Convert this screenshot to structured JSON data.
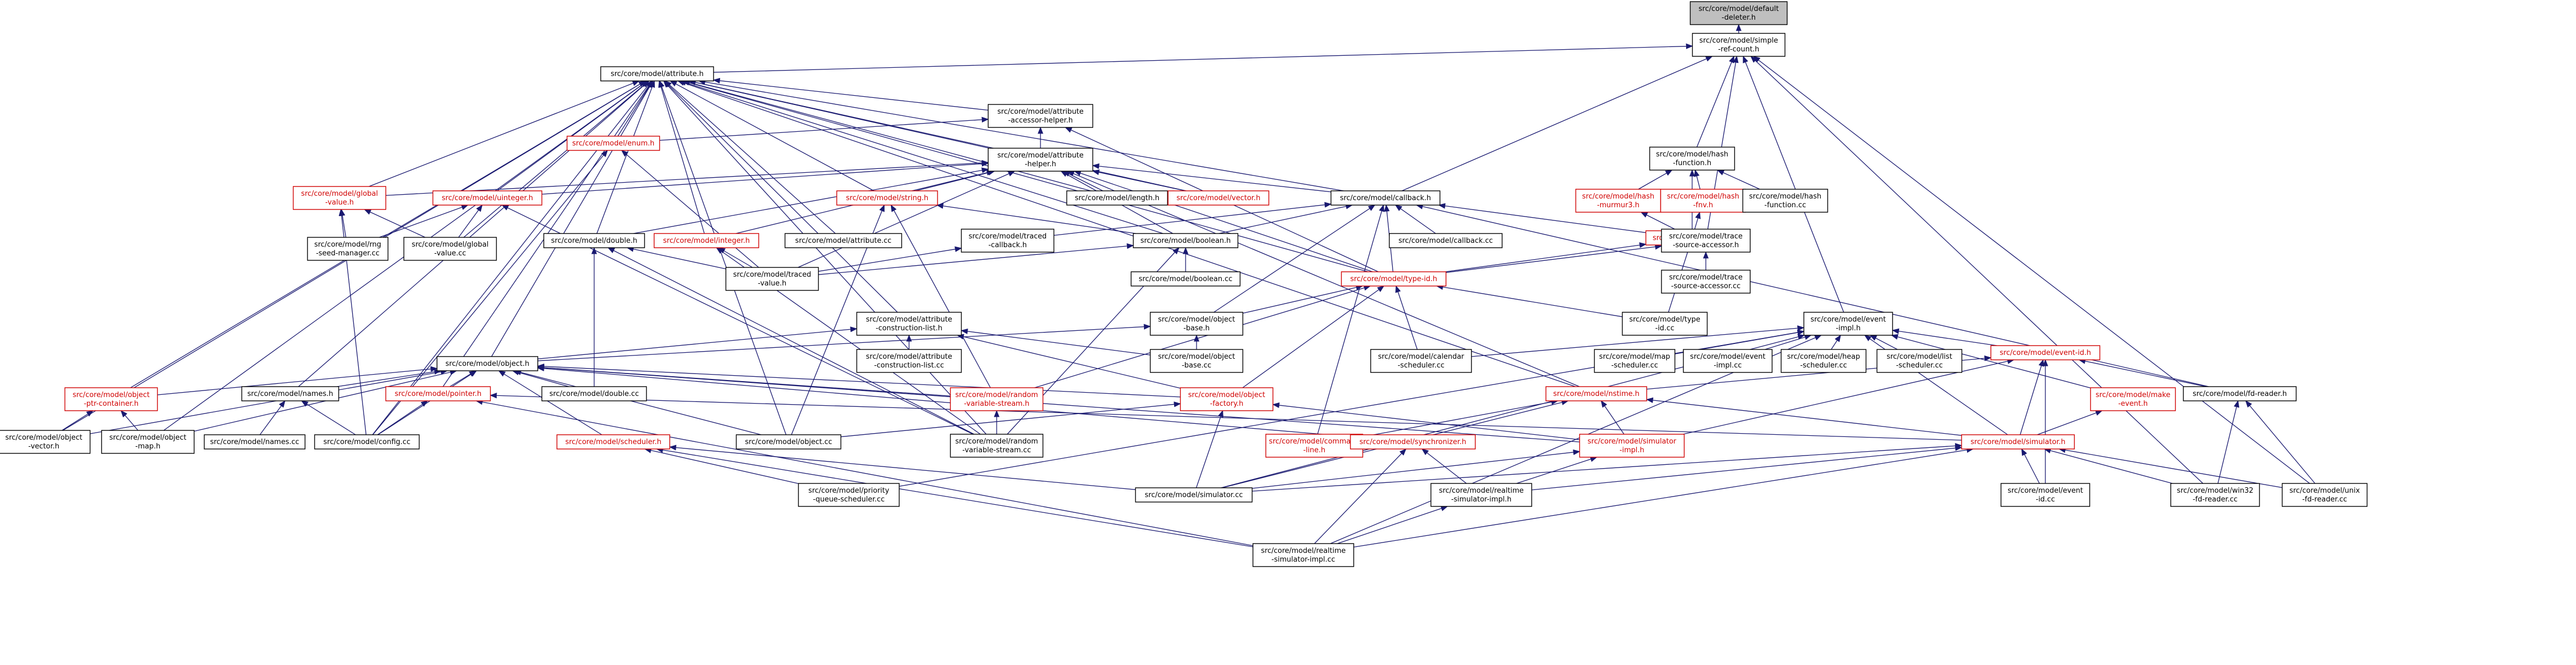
{
  "nodes": [
    {
      "id": "default_deleter",
      "lines": [
        "src/core/model/default",
        "-deleter.h"
      ],
      "root": true
    },
    {
      "id": "simple_ref_count",
      "lines": [
        "src/core/model/simple",
        "-ref-count.h"
      ]
    },
    {
      "id": "attribute_h",
      "lines": [
        "src/core/model/attribute.h"
      ]
    },
    {
      "id": "attr_accessor_helper",
      "lines": [
        "src/core/model/attribute",
        "-accessor-helper.h"
      ]
    },
    {
      "id": "enum_h",
      "lines": [
        "src/core/model/enum.h"
      ],
      "red": true
    },
    {
      "id": "attr_helper",
      "lines": [
        "src/core/model/attribute",
        "-helper.h"
      ]
    },
    {
      "id": "hash_function_h",
      "lines": [
        "src/core/model/hash",
        "-function.h"
      ]
    },
    {
      "id": "hash_murmur3",
      "lines": [
        "src/core/model/hash",
        "-murmur3.h"
      ],
      "red": true
    },
    {
      "id": "hash_fnv",
      "lines": [
        "src/core/model/hash",
        "-fnv.h"
      ],
      "red": true
    },
    {
      "id": "hash_function_cc",
      "lines": [
        "src/core/model/hash",
        "-function.cc"
      ]
    },
    {
      "id": "global_value_h",
      "lines": [
        "src/core/model/global",
        "-value.h"
      ],
      "red": true
    },
    {
      "id": "uinteger_h",
      "lines": [
        "src/core/model/uinteger.h"
      ],
      "red": true
    },
    {
      "id": "string_h",
      "lines": [
        "src/core/model/string.h"
      ],
      "red": true
    },
    {
      "id": "length_h",
      "lines": [
        "src/core/model/length.h"
      ]
    },
    {
      "id": "vector_h",
      "lines": [
        "src/core/model/vector.h"
      ],
      "red": true
    },
    {
      "id": "callback_h",
      "lines": [
        "src/core/model/callback.h"
      ]
    },
    {
      "id": "hash_h",
      "lines": [
        "src/core/model/hash.h"
      ],
      "red": true
    },
    {
      "id": "rng_seed_manager",
      "lines": [
        "src/core/model/rng",
        "-seed-manager.cc"
      ]
    },
    {
      "id": "global_value_cc",
      "lines": [
        "src/core/model/global",
        "-value.cc"
      ]
    },
    {
      "id": "double_h",
      "lines": [
        "src/core/model/double.h"
      ]
    },
    {
      "id": "integer_h",
      "lines": [
        "src/core/model/integer.h"
      ],
      "red": true
    },
    {
      "id": "attribute_cc",
      "lines": [
        "src/core/model/attribute.cc"
      ]
    },
    {
      "id": "traced_callback",
      "lines": [
        "src/core/model/traced",
        "-callback.h"
      ]
    },
    {
      "id": "boolean_h",
      "lines": [
        "src/core/model/boolean.h"
      ]
    },
    {
      "id": "callback_cc",
      "lines": [
        "src/core/model/callback.cc"
      ]
    },
    {
      "id": "trace_source_accessor_h",
      "lines": [
        "src/core/model/trace",
        "-source-accessor.h"
      ]
    },
    {
      "id": "traced_value",
      "lines": [
        "src/core/model/traced",
        "-value.h"
      ]
    },
    {
      "id": "boolean_cc",
      "lines": [
        "src/core/model/boolean.cc"
      ]
    },
    {
      "id": "type_id_h",
      "lines": [
        "src/core/model/type-id.h"
      ],
      "red": true
    },
    {
      "id": "trace_source_accessor_cc",
      "lines": [
        "src/core/model/trace",
        "-source-accessor.cc"
      ]
    },
    {
      "id": "attr_construction_list_h",
      "lines": [
        "src/core/model/attribute",
        "-construction-list.h"
      ]
    },
    {
      "id": "object_base_h",
      "lines": [
        "src/core/model/object",
        "-base.h"
      ]
    },
    {
      "id": "type_id_cc",
      "lines": [
        "src/core/model/type",
        "-id.cc"
      ]
    },
    {
      "id": "event_impl_h",
      "lines": [
        "src/core/model/event",
        "-impl.h"
      ]
    },
    {
      "id": "attr_construction_list_cc",
      "lines": [
        "src/core/model/attribute",
        "-construction-list.cc"
      ]
    },
    {
      "id": "object_base_cc",
      "lines": [
        "src/core/model/object",
        "-base.cc"
      ]
    },
    {
      "id": "calendar_scheduler",
      "lines": [
        "src/core/model/calendar",
        "-scheduler.cc"
      ]
    },
    {
      "id": "map_scheduler",
      "lines": [
        "src/core/model/map",
        "-scheduler.cc"
      ]
    },
    {
      "id": "event_impl_cc",
      "lines": [
        "src/core/model/event",
        "-impl.cc"
      ]
    },
    {
      "id": "heap_scheduler",
      "lines": [
        "src/core/model/heap",
        "-scheduler.cc"
      ]
    },
    {
      "id": "list_scheduler",
      "lines": [
        "src/core/model/list",
        "-scheduler.cc"
      ]
    },
    {
      "id": "event_id_h",
      "lines": [
        "src/core/model/event-id.h"
      ],
      "red": true
    },
    {
      "id": "object_h",
      "lines": [
        "src/core/model/object.h"
      ]
    },
    {
      "id": "object_ptr_container_h",
      "lines": [
        "src/core/model/object",
        "-ptr-container.h"
      ],
      "red": true
    },
    {
      "id": "names_h",
      "lines": [
        "src/core/model/names.h"
      ]
    },
    {
      "id": "pointer_h",
      "lines": [
        "src/core/model/pointer.h"
      ],
      "red": true
    },
    {
      "id": "double_cc",
      "lines": [
        "src/core/model/double.cc"
      ]
    },
    {
      "id": "random_variable_stream_h",
      "lines": [
        "src/core/model/random",
        "-variable-stream.h"
      ],
      "red": true
    },
    {
      "id": "object_factory_h",
      "lines": [
        "src/core/model/object",
        "-factory.h"
      ],
      "red": true
    },
    {
      "id": "nstime_h",
      "lines": [
        "src/core/model/nstime.h"
      ],
      "red": true
    },
    {
      "id": "make_event_h",
      "lines": [
        "src/core/model/make",
        "-event.h"
      ],
      "red": true
    },
    {
      "id": "fd_reader_h",
      "lines": [
        "src/core/model/fd-reader.h"
      ]
    },
    {
      "id": "object_vector",
      "lines": [
        "src/core/model/object",
        "-vector.h"
      ]
    },
    {
      "id": "object_map",
      "lines": [
        "src/core/model/object",
        "-map.h"
      ]
    },
    {
      "id": "names_cc",
      "lines": [
        "src/core/model/names.cc"
      ]
    },
    {
      "id": "config_cc",
      "lines": [
        "src/core/model/config.cc"
      ]
    },
    {
      "id": "scheduler_h",
      "lines": [
        "src/core/model/scheduler.h"
      ],
      "red": true
    },
    {
      "id": "object_cc",
      "lines": [
        "src/core/model/object.cc"
      ]
    },
    {
      "id": "random_variable_stream_cc",
      "lines": [
        "src/core/model/random",
        "-variable-stream.cc"
      ]
    },
    {
      "id": "command_line_h",
      "lines": [
        "src/core/model/command",
        "-line.h"
      ],
      "red": true
    },
    {
      "id": "synchronizer_h",
      "lines": [
        "src/core/model/synchronizer.h"
      ],
      "red": true
    },
    {
      "id": "simulator_impl_h",
      "lines": [
        "src/core/model/simulator",
        "-impl.h"
      ],
      "red": true
    },
    {
      "id": "simulator_h",
      "lines": [
        "src/core/model/simulator.h"
      ],
      "red": true
    },
    {
      "id": "priority_queue_scheduler",
      "lines": [
        "src/core/model/priority",
        "-queue-scheduler.cc"
      ]
    },
    {
      "id": "simulator_cc",
      "lines": [
        "src/core/model/simulator.cc"
      ]
    },
    {
      "id": "realtime_simulator_impl_h",
      "lines": [
        "src/core/model/realtime",
        "-simulator-impl.h"
      ]
    },
    {
      "id": "event_id_cc",
      "lines": [
        "src/core/model/event",
        "-id.cc"
      ]
    },
    {
      "id": "win32_fd_reader",
      "lines": [
        "src/core/model/win32",
        "-fd-reader.cc"
      ]
    },
    {
      "id": "unix_fd_reader",
      "lines": [
        "src/core/model/unix",
        "-fd-reader.cc"
      ]
    },
    {
      "id": "realtime_simulator_impl_cc",
      "lines": [
        "src/core/model/realtime",
        "-simulator-impl.cc"
      ]
    }
  ],
  "edges": [
    [
      "simple_ref_count",
      "default_deleter"
    ],
    [
      "attribute_h",
      "simple_ref_count"
    ],
    [
      "callback_h",
      "simple_ref_count"
    ],
    [
      "hash_function_h",
      "simple_ref_count"
    ],
    [
      "trace_source_accessor_h",
      "simple_ref_count"
    ],
    [
      "event_impl_h",
      "simple_ref_count"
    ],
    [
      "win32_fd_reader",
      "simple_ref_count"
    ],
    [
      "unix_fd_reader",
      "simple_ref_count"
    ],
    [
      "attr_accessor_helper",
      "attribute_h"
    ],
    [
      "enum_h",
      "attribute_h"
    ],
    [
      "attr_helper",
      "attribute_h"
    ],
    [
      "global_value_h",
      "attribute_h"
    ],
    [
      "uinteger_h",
      "attribute_h"
    ],
    [
      "length_h",
      "attribute_h"
    ],
    [
      "vector_h",
      "attribute_h"
    ],
    [
      "callback_h",
      "attribute_h"
    ],
    [
      "double_h",
      "attribute_h"
    ],
    [
      "integer_h",
      "attribute_h"
    ],
    [
      "attribute_cc",
      "attribute_h"
    ],
    [
      "boolean_h",
      "attribute_h"
    ],
    [
      "type_id_h",
      "attribute_h"
    ],
    [
      "attr_construction_list_h",
      "attribute_h"
    ],
    [
      "object_h",
      "attribute_h"
    ],
    [
      "object_ptr_container_h",
      "attribute_h"
    ],
    [
      "names_h",
      "attribute_h"
    ],
    [
      "pointer_h",
      "attribute_h"
    ],
    [
      "object_vector",
      "attribute_h"
    ],
    [
      "object_map",
      "attribute_h"
    ],
    [
      "config_cc",
      "attribute_h"
    ],
    [
      "object_cc",
      "attribute_h"
    ],
    [
      "random_variable_stream_cc",
      "attribute_h"
    ],
    [
      "nstime_h",
      "attribute_h"
    ],
    [
      "global_value_cc",
      "attribute_h"
    ],
    [
      "string_h",
      "attribute_h"
    ],
    [
      "attr_helper",
      "attr_accessor_helper"
    ],
    [
      "enum_h",
      "attr_accessor_helper"
    ],
    [
      "type_id_h",
      "attr_accessor_helper"
    ],
    [
      "global_value_h",
      "attr_helper"
    ],
    [
      "uinteger_h",
      "attr_helper"
    ],
    [
      "string_h",
      "attr_helper"
    ],
    [
      "length_h",
      "attr_helper"
    ],
    [
      "vector_h",
      "attr_helper"
    ],
    [
      "callback_h",
      "attr_helper"
    ],
    [
      "double_h",
      "attr_helper"
    ],
    [
      "integer_h",
      "attr_helper"
    ],
    [
      "boolean_h",
      "attr_helper"
    ],
    [
      "type_id_h",
      "attr_helper"
    ],
    [
      "nstime_h",
      "attr_helper"
    ],
    [
      "traced_value",
      "attr_helper"
    ],
    [
      "traced_value",
      "enum_h"
    ],
    [
      "config_cc",
      "enum_h"
    ],
    [
      "hash_murmur3",
      "hash_function_h"
    ],
    [
      "hash_fnv",
      "hash_function_h"
    ],
    [
      "hash_function_cc",
      "hash_function_h"
    ],
    [
      "hash_h",
      "hash_function_h"
    ],
    [
      "hash_h",
      "hash_murmur3"
    ],
    [
      "hash_h",
      "hash_fnv"
    ],
    [
      "type_id_h",
      "hash_h"
    ],
    [
      "type_id_cc",
      "hash_h"
    ],
    [
      "rng_seed_manager",
      "global_value_h"
    ],
    [
      "global_value_cc",
      "global_value_h"
    ],
    [
      "config_cc",
      "global_value_h"
    ],
    [
      "rng_seed_manager",
      "uinteger_h"
    ],
    [
      "global_value_cc",
      "uinteger_h"
    ],
    [
      "random_variable_stream_cc",
      "uinteger_h"
    ],
    [
      "boolean_h",
      "string_h"
    ],
    [
      "random_variable_stream_h",
      "string_h"
    ],
    [
      "object_cc",
      "string_h"
    ],
    [
      "callback_cc",
      "callback_h"
    ],
    [
      "traced_callback",
      "callback_h"
    ],
    [
      "boolean_h",
      "callback_h"
    ],
    [
      "trace_source_accessor_h",
      "callback_h"
    ],
    [
      "type_id_h",
      "callback_h"
    ],
    [
      "object_base_h",
      "callback_h"
    ],
    [
      "fd_reader_h",
      "callback_h"
    ],
    [
      "command_line_h",
      "callback_h"
    ],
    [
      "traced_value",
      "double_h"
    ],
    [
      "double_cc",
      "double_h"
    ],
    [
      "random_variable_stream_cc",
      "double_h"
    ],
    [
      "traced_value",
      "integer_h"
    ],
    [
      "random_variable_stream_cc",
      "integer_h"
    ],
    [
      "traced_value",
      "traced_callback"
    ],
    [
      "boolean_cc",
      "boolean_h"
    ],
    [
      "traced_value",
      "boolean_h"
    ],
    [
      "random_variable_stream_cc",
      "boolean_h"
    ],
    [
      "type_id_h",
      "trace_source_accessor_h"
    ],
    [
      "trace_source_accessor_cc",
      "trace_source_accessor_h"
    ],
    [
      "object_base_h",
      "type_id_h"
    ],
    [
      "type_id_cc",
      "type_id_h"
    ],
    [
      "object_factory_h",
      "type_id_h"
    ],
    [
      "calendar_scheduler",
      "type_id_h"
    ],
    [
      "random_variable_stream_h",
      "type_id_h"
    ],
    [
      "object_h",
      "attr_construction_list_h"
    ],
    [
      "attr_construction_list_cc",
      "attr_construction_list_h"
    ],
    [
      "object_base_cc",
      "attr_construction_list_h"
    ],
    [
      "object_factory_h",
      "attr_construction_list_h"
    ],
    [
      "object_h",
      "object_base_h"
    ],
    [
      "object_base_cc",
      "object_base_h"
    ],
    [
      "calendar_scheduler",
      "event_impl_h"
    ],
    [
      "map_scheduler",
      "event_impl_h"
    ],
    [
      "event_impl_cc",
      "event_impl_h"
    ],
    [
      "heap_scheduler",
      "event_impl_h"
    ],
    [
      "list_scheduler",
      "event_impl_h"
    ],
    [
      "event_id_h",
      "event_impl_h"
    ],
    [
      "make_event_h",
      "event_impl_h"
    ],
    [
      "simulator_h",
      "event_impl_h"
    ],
    [
      "priority_queue_scheduler",
      "event_impl_h"
    ],
    [
      "simulator_cc",
      "event_impl_h"
    ],
    [
      "realtime_simulator_impl_cc",
      "event_impl_h"
    ],
    [
      "object_ptr_container_h",
      "object_h"
    ],
    [
      "names_h",
      "object_h"
    ],
    [
      "pointer_h",
      "object_h"
    ],
    [
      "double_cc",
      "object_h"
    ],
    [
      "random_variable_stream_h",
      "object_h"
    ],
    [
      "object_factory_h",
      "object_h"
    ],
    [
      "object_vector",
      "object_h"
    ],
    [
      "object_map",
      "object_h"
    ],
    [
      "scheduler_h",
      "object_h"
    ],
    [
      "synchronizer_h",
      "object_h"
    ],
    [
      "simulator_impl_h",
      "object_h"
    ],
    [
      "config_cc",
      "object_h"
    ],
    [
      "object_cc",
      "object_h"
    ],
    [
      "object_vector",
      "object_ptr_container_h"
    ],
    [
      "object_map",
      "object_ptr_container_h"
    ],
    [
      "names_cc",
      "names_h"
    ],
    [
      "config_cc",
      "names_h"
    ],
    [
      "config_cc",
      "pointer_h"
    ],
    [
      "realtime_simulator_impl_cc",
      "pointer_h"
    ],
    [
      "simulator_h",
      "pointer_h"
    ],
    [
      "random_variable_stream_cc",
      "random_variable_stream_h"
    ],
    [
      "simulator_impl_h",
      "object_factory_h"
    ],
    [
      "simulator_cc",
      "object_factory_h"
    ],
    [
      "object_cc",
      "object_factory_h"
    ],
    [
      "simulator_h",
      "nstime_h"
    ],
    [
      "simulator_impl_h",
      "nstime_h"
    ],
    [
      "command_line_h",
      "nstime_h"
    ],
    [
      "simulator_cc",
      "nstime_h"
    ],
    [
      "simulator_h",
      "event_id_h"
    ],
    [
      "event_id_cc",
      "event_id_h"
    ],
    [
      "nstime_h",
      "event_id_h"
    ],
    [
      "simulator_impl_h",
      "event_id_h"
    ],
    [
      "fd_reader_h",
      "event_id_h"
    ],
    [
      "simulator_h",
      "make_event_h"
    ],
    [
      "win32_fd_reader",
      "fd_reader_h"
    ],
    [
      "unix_fd_reader",
      "fd_reader_h"
    ],
    [
      "priority_queue_scheduler",
      "scheduler_h"
    ],
    [
      "simulator_cc",
      "scheduler_h"
    ],
    [
      "realtime_simulator_impl_cc",
      "scheduler_h"
    ],
    [
      "realtime_simulator_impl_h",
      "synchronizer_h"
    ],
    [
      "realtime_simulator_impl_cc",
      "synchronizer_h"
    ],
    [
      "realtime_simulator_impl_h",
      "simulator_impl_h"
    ],
    [
      "simulator_cc",
      "simulator_impl_h"
    ],
    [
      "event_id_cc",
      "simulator_h"
    ],
    [
      "simulator_cc",
      "simulator_h"
    ],
    [
      "realtime_simulator_impl_cc",
      "simulator_h"
    ],
    [
      "win32_fd_reader",
      "simulator_h"
    ],
    [
      "unix_fd_reader",
      "simulator_h"
    ],
    [
      "realtime_simulator_impl_h",
      "simulator_h"
    ],
    [
      "realtime_simulator_impl_cc",
      "realtime_simulator_impl_h"
    ]
  ]
}
